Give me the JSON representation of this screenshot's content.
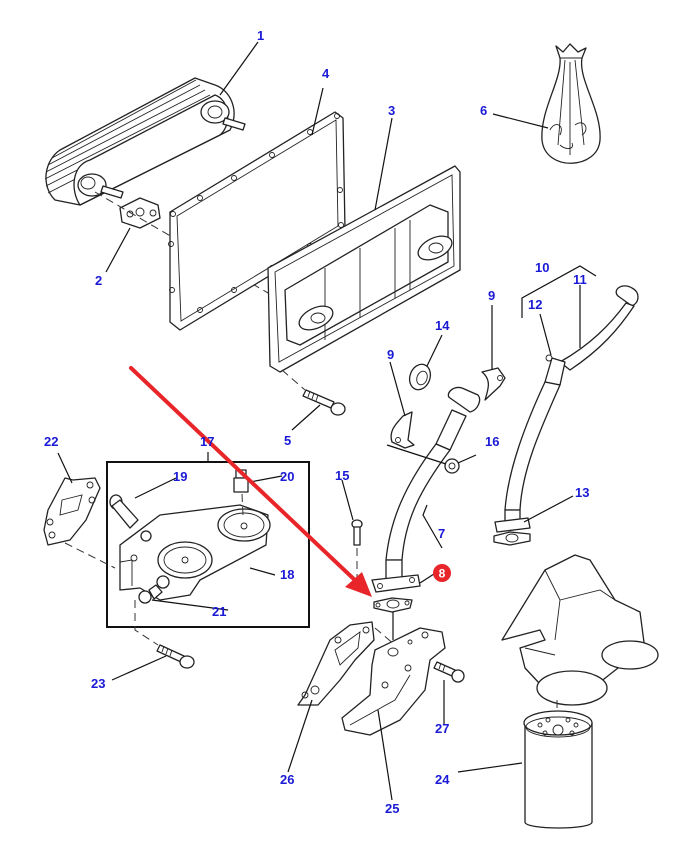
{
  "title": "Engine oil cooler and oil filter assembly - exploded parts diagram",
  "highlight": {
    "part_number": "8",
    "badge_color": "#e8262a",
    "arrow_color": "#e8262a"
  },
  "label_color": "#1a1ad6",
  "callouts": [
    {
      "id": "1",
      "part": "oil-cooler"
    },
    {
      "id": "2",
      "part": "cooler-gasket"
    },
    {
      "id": "3",
      "part": "cooler-cover"
    },
    {
      "id": "4",
      "part": "cover-gasket"
    },
    {
      "id": "5",
      "part": "cover-bolt"
    },
    {
      "id": "6",
      "part": "parts-bag"
    },
    {
      "id": "7",
      "part": "oil-pipe"
    },
    {
      "id": "8",
      "part": "pipe-flange-gasket"
    },
    {
      "id": "9",
      "part": "pipe-clip"
    },
    {
      "id": "9",
      "part": "pipe-clip-b"
    },
    {
      "id": "10",
      "part": "return-pipe-assembly"
    },
    {
      "id": "11",
      "part": "return-pipe"
    },
    {
      "id": "12",
      "part": "pipe-bracket"
    },
    {
      "id": "13",
      "part": "return-pipe-gasket"
    },
    {
      "id": "14",
      "part": "grommet"
    },
    {
      "id": "15",
      "part": "flange-bolt"
    },
    {
      "id": "16",
      "part": "nut"
    },
    {
      "id": "17",
      "part": "filter-head-assembly"
    },
    {
      "id": "18",
      "part": "filter-head"
    },
    {
      "id": "19",
      "part": "adapter-fitting"
    },
    {
      "id": "20",
      "part": "plug-fitting"
    },
    {
      "id": "21",
      "part": "drain-plug"
    },
    {
      "id": "22",
      "part": "filter-head-gasket"
    },
    {
      "id": "23",
      "part": "filter-head-bolt"
    },
    {
      "id": "24",
      "part": "oil-filter"
    },
    {
      "id": "25",
      "part": "filter-bracket"
    },
    {
      "id": "26",
      "part": "bracket-gasket"
    },
    {
      "id": "27",
      "part": "bracket-bolt"
    }
  ]
}
